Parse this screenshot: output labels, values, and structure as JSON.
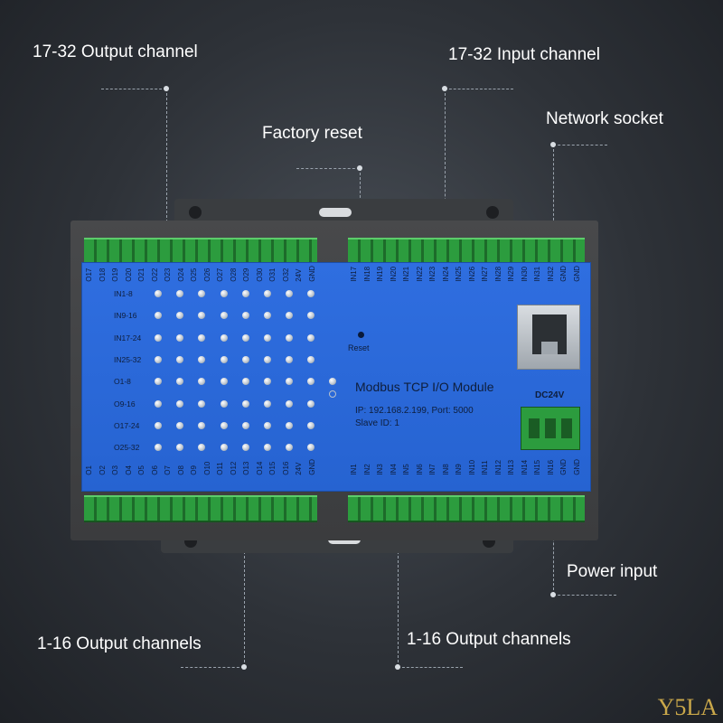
{
  "callouts": {
    "out_17_32": "17-32 Output channel",
    "in_17_32": "17-32 Input channel",
    "factory_reset": "Factory reset",
    "network_socket": "Network socket",
    "power_input": "Power input",
    "out_1_16_left": "1-16 Output channels",
    "out_1_16_right": "1-16 Output channels"
  },
  "module": {
    "title": "Modbus TCP I/O Module",
    "ip_port": "IP: 192.168.2.199, Port: 5000",
    "slave_id": "Slave ID: 1",
    "reset_label": "Reset",
    "power_label": "DC24V"
  },
  "led_rows": [
    "IN1-8",
    "IN9-16",
    "IN17-24",
    "IN25-32",
    "O1-8",
    "O9-16",
    "O17-24",
    "O25-32"
  ],
  "top_left_pins": [
    "O17",
    "O18",
    "O19",
    "O20",
    "O21",
    "O22",
    "O23",
    "O24",
    "O25",
    "O26",
    "O27",
    "O28",
    "O29",
    "O30",
    "O31",
    "O32",
    "24V",
    "GND"
  ],
  "top_right_pins": [
    "IN17",
    "IN18",
    "IN19",
    "IN20",
    "IN21",
    "IN22",
    "IN23",
    "IN24",
    "IN25",
    "IN26",
    "IN27",
    "IN28",
    "IN29",
    "IN30",
    "IN31",
    "IN32",
    "GND",
    "GND"
  ],
  "bottom_left_pins": [
    "O1",
    "O2",
    "O3",
    "O4",
    "O5",
    "O6",
    "O7",
    "O8",
    "O9",
    "O10",
    "O11",
    "O12",
    "O13",
    "O14",
    "O15",
    "O16",
    "24V",
    "GND"
  ],
  "bottom_right_pins": [
    "IN1",
    "IN2",
    "IN3",
    "IN4",
    "IN5",
    "IN6",
    "IN7",
    "IN8",
    "IN9",
    "IN10",
    "IN11",
    "IN12",
    "IN13",
    "IN14",
    "IN15",
    "IN16",
    "GND",
    "GND"
  ],
  "watermark": "Y5LA",
  "colors": {
    "panel": "#2a67d6",
    "terminal": "#2c9c3e",
    "background": "#2e3238"
  }
}
